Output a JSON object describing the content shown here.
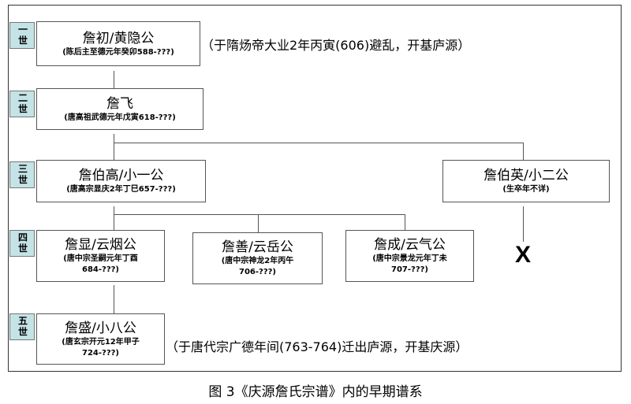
{
  "generations": [
    "一世",
    "二世",
    "三世",
    "四世",
    "五世"
  ],
  "people": [
    {
      "name": "詹初/黄隐公",
      "date": "(陈后主至德元年癸卯588-???)"
    },
    {
      "name": "詹飞",
      "date": "(唐高祖武德元年戊寅618-???)"
    },
    {
      "name": "詹伯高/小一公",
      "date": "(唐高宗显庆2年丁巳657-???)"
    },
    {
      "name": "詹伯英/小二公",
      "date": "(生卒年不详)"
    },
    {
      "name": "詹显/云烟公",
      "date": "(唐中宗圣嗣元年丁酉",
      "date2": "684-???)"
    },
    {
      "name": "詹善/云岳公",
      "date": "(唐中宗神龙2年丙午",
      "date2": "706-???)"
    },
    {
      "name": "詹成/云气公",
      "date": "(唐中宗景龙元年丁未",
      "date2": "707-???)"
    },
    {
      "name": "詹盛/小八公",
      "date": "(唐玄宗开元12年甲子",
      "date2": "724-???)"
    }
  ],
  "notes": {
    "gen1": "（于隋炀帝大业2年丙寅(606)避乱，开基庐源）",
    "gen5": "（于唐代宗广德年间(763-764)迁出庐源，开基庆源）"
  },
  "no_descendant_mark": "X",
  "caption": "图 3《庆源詹氏宗谱》内的早期谱系"
}
